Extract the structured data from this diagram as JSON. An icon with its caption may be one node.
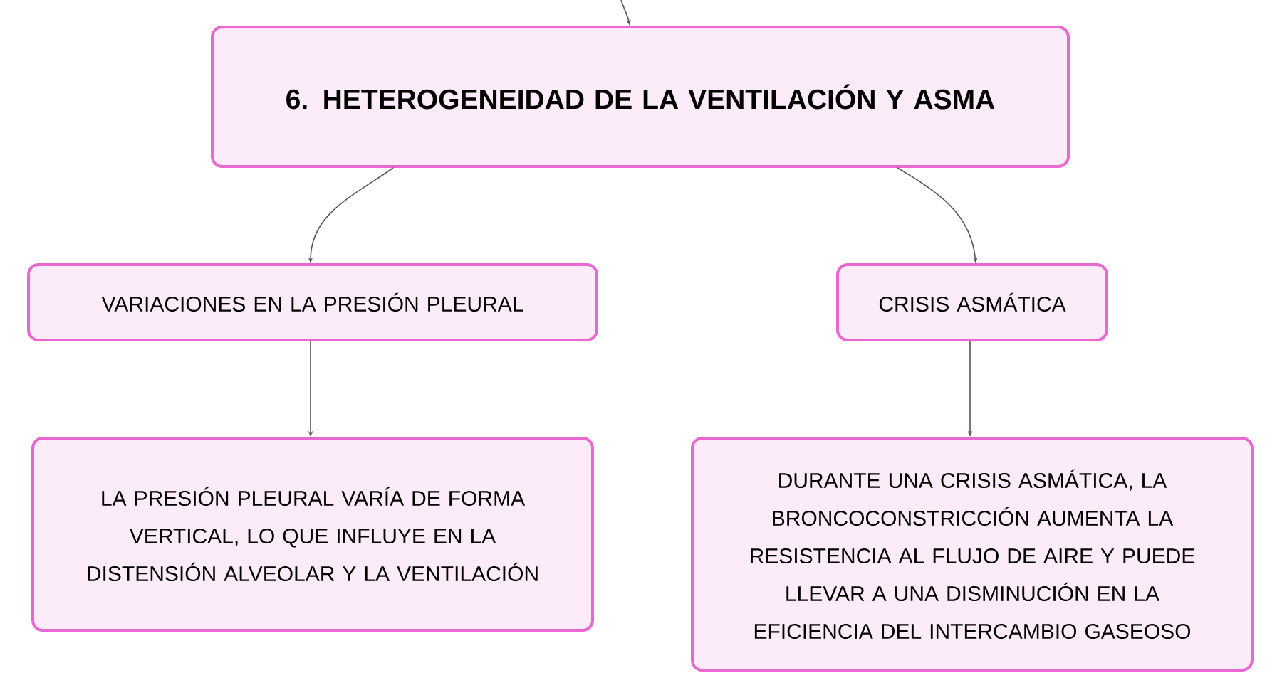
{
  "diagram": {
    "nodes": [
      {
        "text": [
          "6. HETEROGENEIDAD DE LA VENTILACIÓN Y ASMA"
        ]
      },
      {
        "text": [
          "VARIACIONES EN LA PRESIÓN PLEURAL"
        ]
      },
      {
        "text": [
          "CRISIS ASMÁTICA"
        ]
      },
      {
        "text": [
          "LA PRESIÓN PLEURAL VARÍA DE FORMA VERTICAL, LO QUE INFLUYE EN LA DISTENSIÓN ALVEOLAR Y LA VENTILACIÓN"
        ]
      },
      {
        "text": [
          "DURANTE UNA CRISIS ASMÁTICA, LA BRONCOCONSTRICCIÓN AUMENTA LA RESISTENCIA AL FLUJO DE AIRE Y PUEDE LLEVAR A UNA DISMINUCIÓN EN LA EFICIENCIA DEL INTERCAMBIO GASEOSO"
        ]
      }
    ],
    "edges": [
      {
        "from": null,
        "to": 0,
        "arrow": "to"
      },
      {
        "from": 0,
        "to": 1,
        "arrow": "to"
      },
      {
        "from": 0,
        "to": 2,
        "arrow": "to"
      },
      {
        "from": 1,
        "to": 3,
        "arrow": "to"
      },
      {
        "from": 2,
        "to": 4,
        "arrow": "to"
      }
    ]
  }
}
